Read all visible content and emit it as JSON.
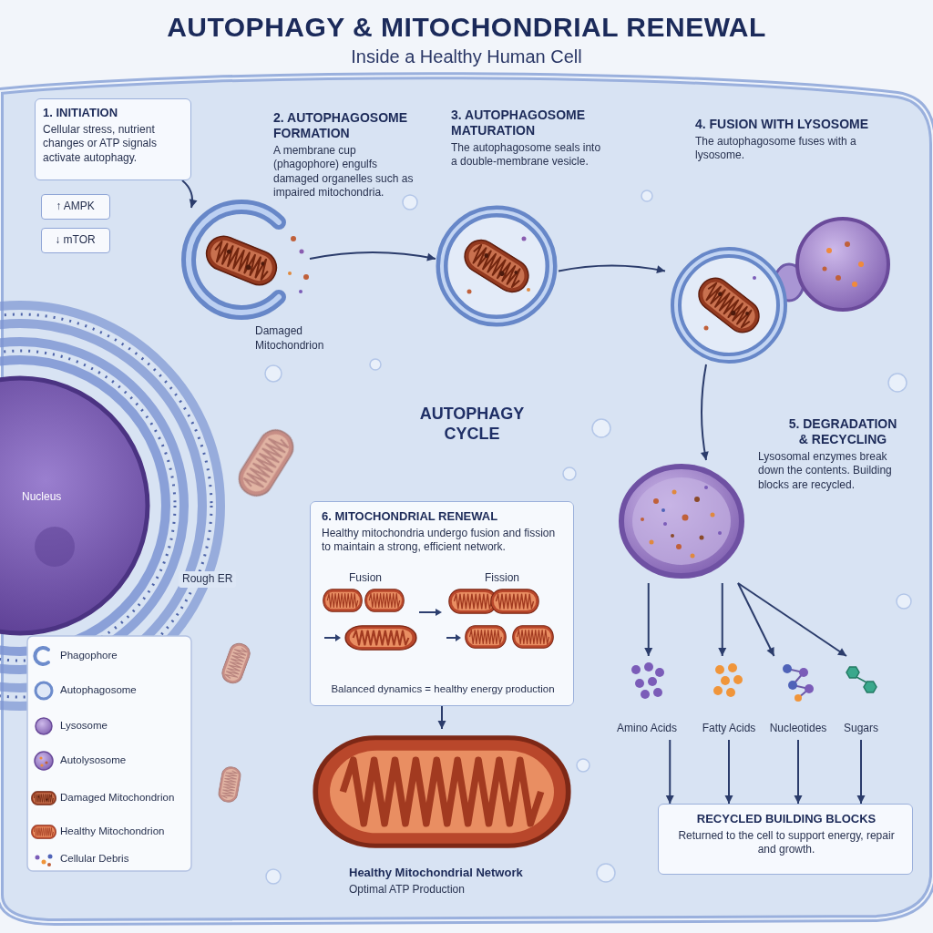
{
  "diagram": {
    "title": "AUTOPHAGY & MITOCHONDRIAL RENEWAL",
    "nodes": [
      {
        "text": [
          "1. INITIATION",
          "Cellular stress, nutrient changes or ATP signals activate autophagy."
        ]
      },
      {
        "text": [
          "↑ AMPK"
        ]
      },
      {
        "text": [
          "↓ mTOR"
        ]
      },
      {
        "text": [
          "2. AUTOPHAGOSOME FORMATION",
          "A membrane cup (phagophore) engulfs damaged organelles such as impaired mitochondria."
        ]
      },
      {
        "text": [
          "3. AUTOPHAGOSOME MATURATION",
          "The autophagosome seals into a double-membrane vesicle."
        ]
      },
      {
        "text": [
          "4. FUSION WITH LYSOSOME",
          "The autophagosome fuses with a lysosome."
        ]
      },
      {
        "text": [
          "5. DEGRADATION & RECYCLING",
          "Lysosomal enzymes break down the contents. Building blocks are recycled."
        ]
      },
      {
        "text": [
          "6. MITOCHONDRIAL RENEWAL",
          "Healthy mitochondria undergo fusion and fission to maintain a strong, efficient network.",
          "Fusion",
          "Fission",
          "Balanced dynamics = healthy energy production"
        ]
      },
      {
        "text": [
          "Healthy Mitochondrial Network",
          "Optimal ATP Production"
        ]
      },
      {
        "text": [
          "Amino Acids"
        ]
      },
      {
        "text": [
          "Fatty Acids"
        ]
      },
      {
        "text": [
          "Nucleotides"
        ]
      },
      {
        "text": [
          "Sugars"
        ]
      },
      {
        "text": [
          "RECYCLED BUILDING BLOCKS",
          "Returned to the cell to support energy, repair and growth."
        ]
      }
    ],
    "edges": [
      {
        "from": 0,
        "to": 3,
        "arrow": "to"
      },
      {
        "from": 3,
        "to": 4,
        "arrow": "to"
      },
      {
        "from": 4,
        "to": 5,
        "arrow": "to"
      },
      {
        "from": 5,
        "to": 6,
        "arrow": "to"
      },
      {
        "from": 7,
        "to": 8,
        "arrow": "to"
      },
      {
        "from": 6,
        "to": 9,
        "arrow": "to"
      },
      {
        "from": 6,
        "to": 10,
        "arrow": "to"
      },
      {
        "from": 6,
        "to": 11,
        "arrow": "to"
      },
      {
        "from": 6,
        "to": 12,
        "arrow": "to"
      },
      {
        "from": 9,
        "to": 13,
        "arrow": "to"
      },
      {
        "from": 10,
        "to": 13,
        "arrow": "to"
      },
      {
        "from": 11,
        "to": 13,
        "arrow": "to"
      },
      {
        "from": 12,
        "to": 13,
        "arrow": "to"
      }
    ],
    "labels": [
      "Inside a Healthy Human Cell",
      "Damaged Mitochondrion",
      "AUTOPHAGY CYCLE",
      "Nucleus",
      "Rough ER"
    ],
    "legend": [
      {
        "text": "Phagophore"
      },
      {
        "text": "Autophagosome"
      },
      {
        "text": "Lysosome"
      },
      {
        "text": "Autolysosome"
      },
      {
        "text": "Damaged Mitochondrion"
      },
      {
        "text": "Healthy Mitochondrion"
      },
      {
        "text": "Cellular Debris"
      }
    ]
  }
}
